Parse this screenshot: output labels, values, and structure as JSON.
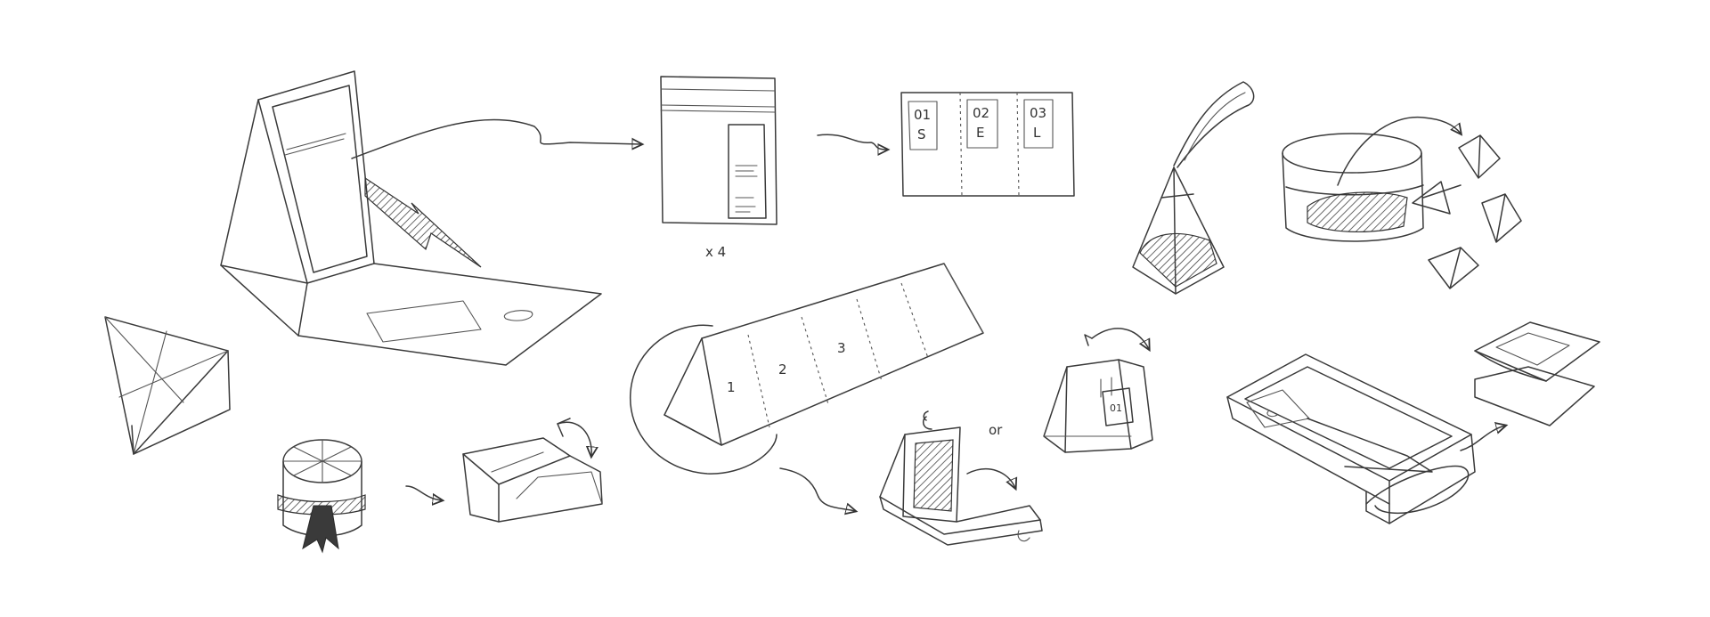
{
  "labels": {
    "quantity": "x 4",
    "option_or": "or",
    "tab_1_top": "01",
    "tab_1_bottom": "S",
    "tab_2_top": "02",
    "tab_2_bottom": "E",
    "tab_3_top": "03",
    "tab_3_bottom": "L",
    "segment_1": "1",
    "segment_2": "2",
    "segment_3": "3",
    "bag_tag": "01"
  },
  "colors": {
    "stroke": "#3a3a3a",
    "background": "#ffffff"
  }
}
